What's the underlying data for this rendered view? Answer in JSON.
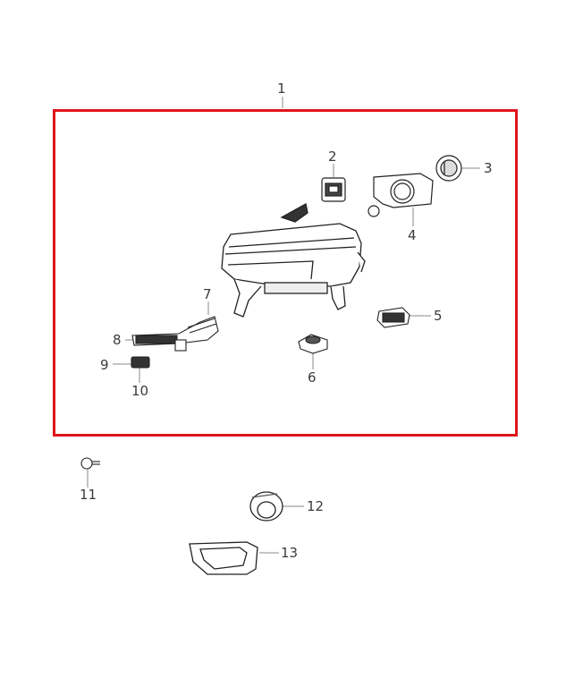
{
  "diagram": {
    "type": "exploded-parts-diagram",
    "subject": "headlamp assembly",
    "frame_color": "#e0141b",
    "group_label": "1",
    "callouts": [
      {
        "id": "1",
        "label": "1"
      },
      {
        "id": "2",
        "label": "2"
      },
      {
        "id": "3",
        "label": "3"
      },
      {
        "id": "4",
        "label": "4"
      },
      {
        "id": "5",
        "label": "5"
      },
      {
        "id": "6",
        "label": "6"
      },
      {
        "id": "7",
        "label": "7"
      },
      {
        "id": "8",
        "label": "8"
      },
      {
        "id": "9",
        "label": "9"
      },
      {
        "id": "10",
        "label": "10"
      },
      {
        "id": "11",
        "label": "11"
      },
      {
        "id": "12",
        "label": "12"
      },
      {
        "id": "13",
        "label": "13"
      }
    ]
  }
}
